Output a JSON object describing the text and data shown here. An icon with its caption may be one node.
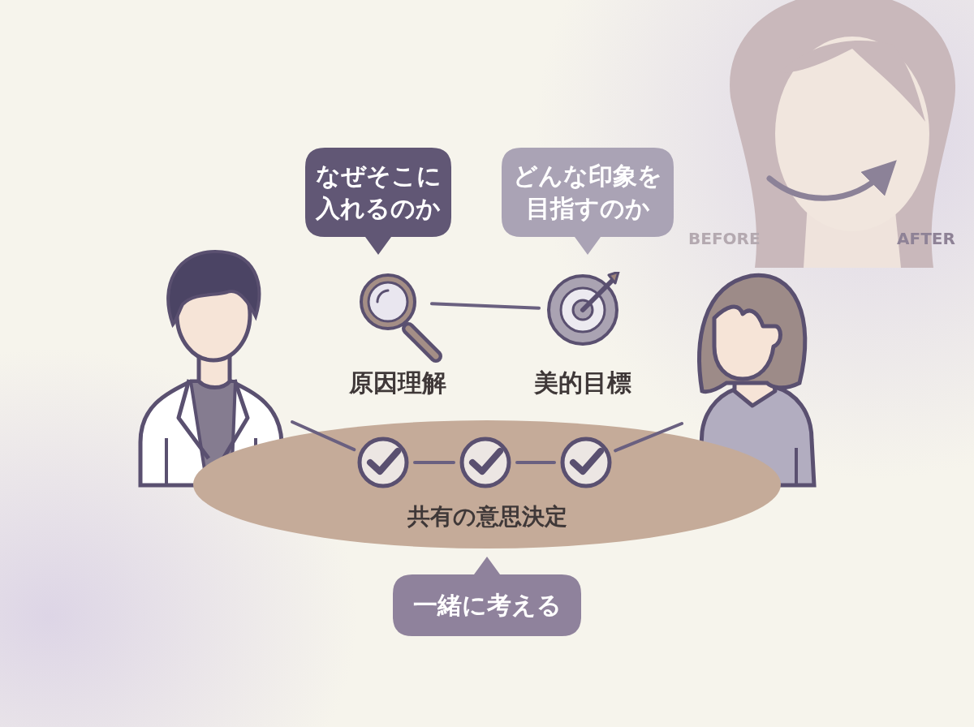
{
  "diagram": {
    "nodes": [
      {
        "text": [
          "なぜそこに入れるのか"
        ]
      },
      {
        "text": [
          "どんな印象を目指すのか"
        ]
      },
      {
        "text": [
          "原因理解"
        ]
      },
      {
        "text": [
          "美的目標"
        ]
      },
      {
        "text": [],
        "shape": "person"
      },
      {
        "text": [],
        "shape": "person"
      },
      {
        "text": [
          "共有の意思決定"
        ]
      },
      {
        "text": [],
        "shape": "circle",
        "in": 6
      },
      {
        "text": [],
        "shape": "circle",
        "in": 6
      },
      {
        "text": [],
        "shape": "circle",
        "in": 6
      },
      {
        "text": [
          "一緒に考える"
        ]
      }
    ],
    "edges": [
      {
        "from": 2,
        "to": 3,
        "arrow": "none"
      },
      {
        "from": 4,
        "to": 7,
        "arrow": "none"
      },
      {
        "from": 7,
        "to": 8,
        "arrow": "none"
      },
      {
        "from": 8,
        "to": 9,
        "arrow": "none"
      },
      {
        "from": 9,
        "to": 5,
        "arrow": "none"
      }
    ],
    "labels": [
      "BEFORE",
      "AFTER"
    ]
  }
}
